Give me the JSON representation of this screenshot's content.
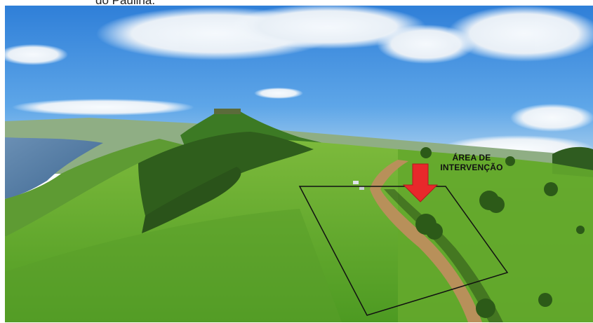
{
  "caption_fragment": "do Paulina.",
  "annotation": {
    "line1": "ÁREA DE",
    "line2": "INTERVENÇÃO"
  },
  "colors": {
    "arrow": "#e8282b",
    "outline": "#111111"
  }
}
